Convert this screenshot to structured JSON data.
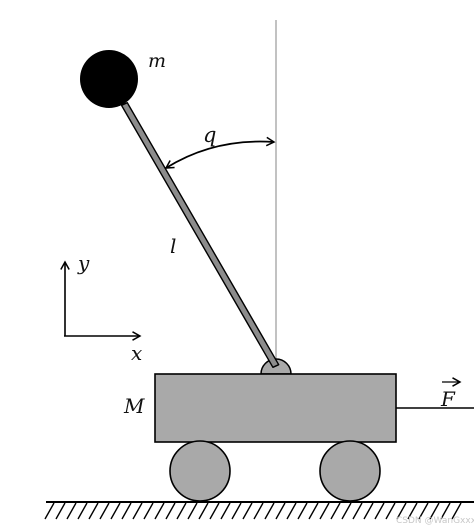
{
  "labels": {
    "mass_bob": "m",
    "angle": "q",
    "length": "l",
    "axis_y": "y",
    "axis_x": "x",
    "mass_cart": "M",
    "force": "F"
  },
  "watermark": "CSDN @WanGxxx",
  "colors": {
    "cart_fill": "#a9a9a9",
    "wheel_fill": "#a9a9a9",
    "rod_fill": "#8c8c8c",
    "bob_fill": "#000000",
    "stroke": "#000000",
    "vertical_guide": "#9a9a9a"
  }
}
